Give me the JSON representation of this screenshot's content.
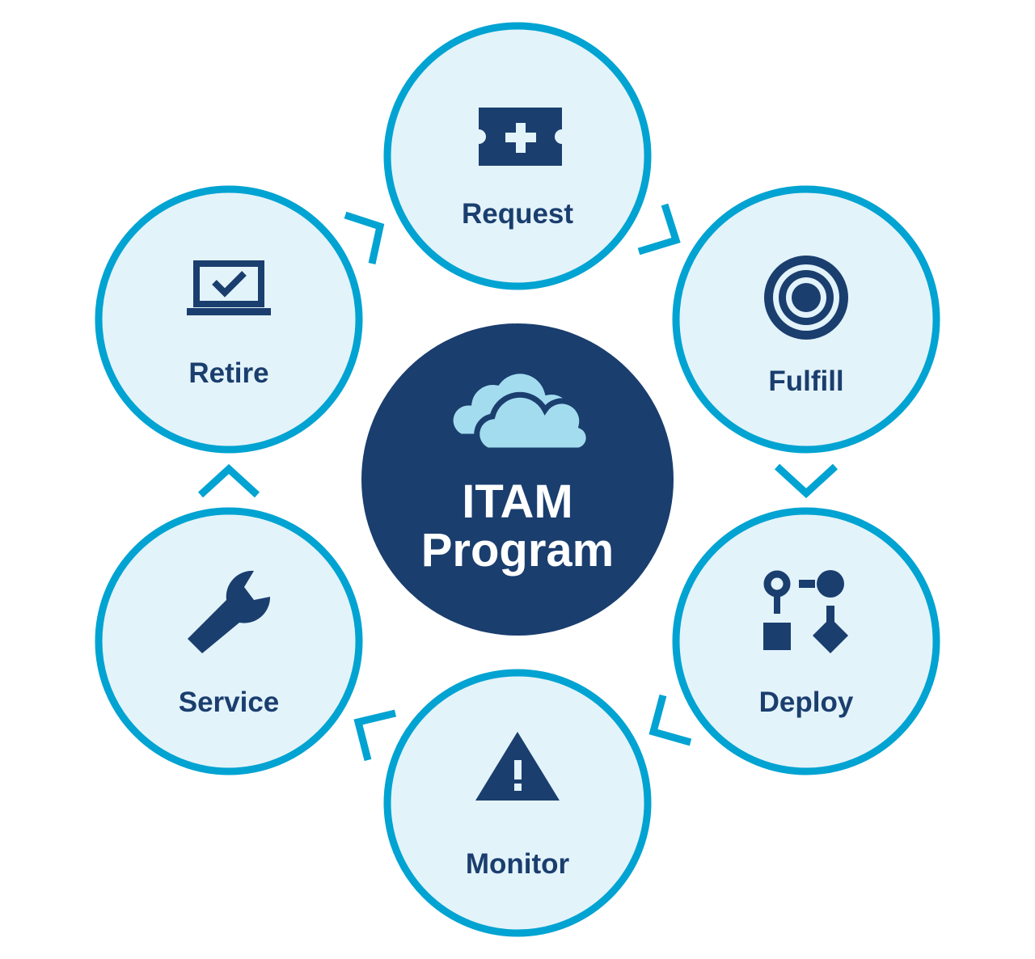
{
  "title": "ITAM Program",
  "center": {
    "line1": "ITAM",
    "line2": "Program",
    "icon": "cloud-icon"
  },
  "stages": [
    {
      "label": "Request",
      "icon": "ticket-plus-icon"
    },
    {
      "label": "Fulfill",
      "icon": "target-icon"
    },
    {
      "label": "Deploy",
      "icon": "workflow-icon"
    },
    {
      "label": "Monitor",
      "icon": "warning-icon"
    },
    {
      "label": "Service",
      "icon": "wrench-icon"
    },
    {
      "label": "Retire",
      "icon": "laptop-check-icon"
    }
  ],
  "colors": {
    "ring": "#00a3d1",
    "fill": "#e3f3fa",
    "navy": "#1a3e6e",
    "cloud": "#a3dcee"
  }
}
